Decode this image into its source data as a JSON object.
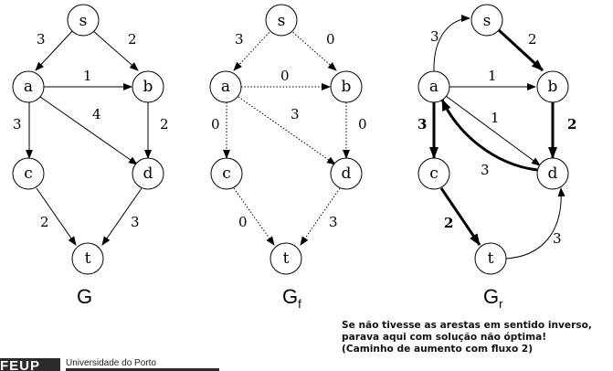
{
  "graphs": [
    {
      "title": "G",
      "subscript": "",
      "nodes": [
        "s",
        "a",
        "b",
        "c",
        "d",
        "t"
      ],
      "edges": [
        {
          "from": "s",
          "to": "a",
          "label": "3"
        },
        {
          "from": "s",
          "to": "b",
          "label": "2"
        },
        {
          "from": "a",
          "to": "b",
          "label": "1"
        },
        {
          "from": "a",
          "to": "c",
          "label": "3"
        },
        {
          "from": "a",
          "to": "d",
          "label": "4"
        },
        {
          "from": "b",
          "to": "d",
          "label": "2"
        },
        {
          "from": "c",
          "to": "t",
          "label": "2"
        },
        {
          "from": "d",
          "to": "t",
          "label": "3"
        }
      ]
    },
    {
      "title": "G",
      "subscript": "f",
      "nodes": [
        "s",
        "a",
        "b",
        "c",
        "d",
        "t"
      ],
      "edges": [
        {
          "from": "s",
          "to": "a",
          "label": "3"
        },
        {
          "from": "s",
          "to": "b",
          "label": "0"
        },
        {
          "from": "a",
          "to": "b",
          "label": "0"
        },
        {
          "from": "a",
          "to": "c",
          "label": "0"
        },
        {
          "from": "a",
          "to": "d",
          "label": "3"
        },
        {
          "from": "b",
          "to": "d",
          "label": "0"
        },
        {
          "from": "c",
          "to": "t",
          "label": "0"
        },
        {
          "from": "d",
          "to": "t",
          "label": "3"
        }
      ]
    },
    {
      "title": "G",
      "subscript": "r",
      "nodes": [
        "s",
        "a",
        "b",
        "c",
        "d",
        "t"
      ],
      "edges": [
        {
          "from": "a",
          "to": "s",
          "label": "3"
        },
        {
          "from": "s",
          "to": "b",
          "label": "2"
        },
        {
          "from": "a",
          "to": "b",
          "label": "1"
        },
        {
          "from": "a",
          "to": "c",
          "label": "3"
        },
        {
          "from": "a",
          "to": "d",
          "label": "1"
        },
        {
          "from": "d",
          "to": "a",
          "label": "3"
        },
        {
          "from": "b",
          "to": "d",
          "label": "2"
        },
        {
          "from": "c",
          "to": "t",
          "label": "2"
        },
        {
          "from": "t",
          "to": "d",
          "label": "3"
        }
      ]
    }
  ],
  "note": {
    "line1": "Se não tivesse as arestas em sentido inverso,",
    "line2": "parava aqui com solução não óptima!",
    "line3": "(Caminho de aumento com fluxo 2)"
  },
  "footer": {
    "logo": "FEUP",
    "institution": "Universidade do Porto"
  }
}
